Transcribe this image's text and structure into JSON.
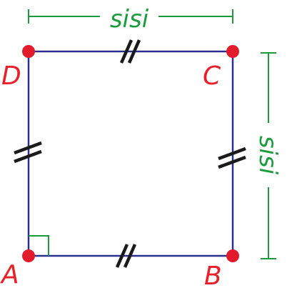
{
  "colors": {
    "square_edge": "#2b2f8f",
    "vertex_dot": "#e21b2c",
    "vertex_label": "#e8202a",
    "dimension": "#1a9b3c",
    "tick": "#1a1a1a",
    "right_angle_marker": "#1a9b3c"
  },
  "vertices": {
    "A": "A",
    "B": "B",
    "C": "C",
    "D": "D"
  },
  "dimensions": {
    "top_label": "sisi",
    "right_label": "sisi"
  }
}
